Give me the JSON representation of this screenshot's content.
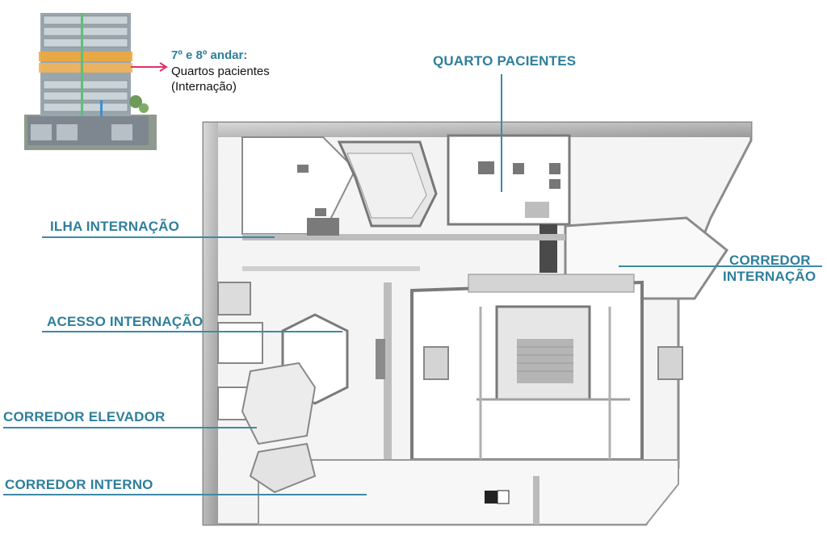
{
  "building_callout": {
    "floor": "7º e 8º andar:",
    "line1": "Quartos pacientes",
    "line2": "(Internação)"
  },
  "labels": {
    "quarto_pacientes": "QUARTO PACIENTES",
    "ilha_internacao": "ILHA INTERNAÇÃO",
    "acesso_internacao": "ACESSO INTERNAÇÃO",
    "corredor_elevador": "CORREDOR ELEVADOR",
    "corredor_interno": "CORREDOR INTERNO",
    "corredor_internacao_1": "CORREDOR",
    "corredor_internacao_2": "INTERNAÇÃO"
  },
  "colors": {
    "accent": "#2e7f9c",
    "highlight_floor": "#f2a93b",
    "arrow": "#e0306a"
  }
}
